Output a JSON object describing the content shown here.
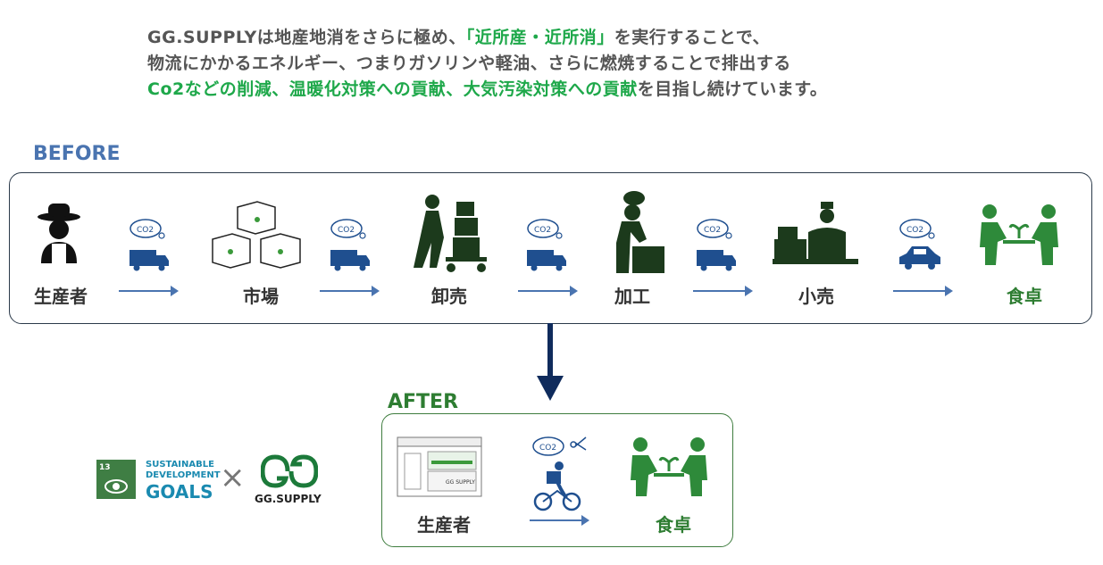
{
  "intro": {
    "line1_a": "GG.SUPPLYは地産地消をさらに極め、",
    "line1_hl": "「近所産・近所消」",
    "line1_b": "を実行することで、",
    "line2": "物流にかかるエネルギー、つまりガソリンや軽油、さらに燃焼することで排出する",
    "line3_hl": "Co2などの削減、温暖化対策への貢献、大気汚染対策への貢献",
    "line3_b": "を目指し続けています。"
  },
  "before": {
    "title": "BEFORE",
    "nodes": [
      "生産者",
      "市場",
      "卸売",
      "加工",
      "小売",
      "食卓"
    ],
    "co2_label": "CO2"
  },
  "after": {
    "title": "AFTER",
    "nodes": [
      "生産者",
      "食卓"
    ],
    "unit_brand": "GG SUPPLY"
  },
  "footer": {
    "sdg_number": "13",
    "sdg_line1": "SUSTAINABLE",
    "sdg_line2": "DEVELOPMENT",
    "sdg_goals": "GOALS",
    "times": "×",
    "brand": "GG.SUPPLY"
  },
  "colors": {
    "blue": "#4a74b0",
    "green": "#2e7d32",
    "highlight": "#1ea84a",
    "navy": "#0f2b5c"
  }
}
